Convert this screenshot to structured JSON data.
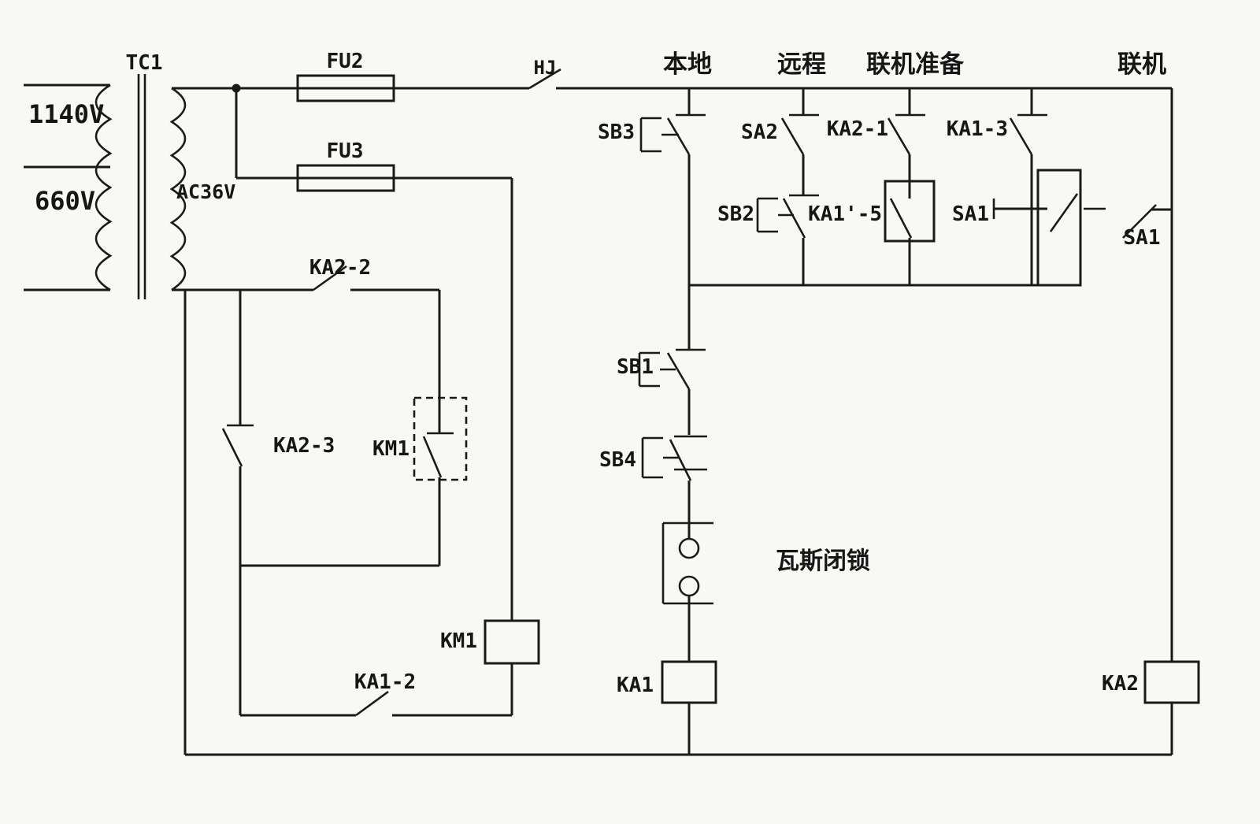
{
  "diagram": {
    "type": "electrical control schematic",
    "transformer": {
      "id": "TC1",
      "primary_tap_high": "1140V",
      "primary_tap_low": "660V",
      "secondary": "AC36V"
    },
    "fuses": {
      "fu2": "FU2",
      "fu3": "FU3"
    },
    "columns": {
      "local": "本地",
      "remote": "远程",
      "online_ready": "联机准备",
      "online": "联机"
    },
    "contacts": {
      "hj": "HJ",
      "sb3": "SB3",
      "sa2": "SA2",
      "ka2_1": "KA2-1",
      "ka1_3": "KA1-3",
      "sb2": "SB2",
      "ka1_5": "KA1'-5",
      "sa1_left": "SA1",
      "sa1_right": "SA1",
      "ka2_2": "KA2-2",
      "ka2_3": "KA2-3",
      "km1_aux": "KM1",
      "ka1_2": "KA1-2",
      "sb1": "SB1",
      "sb4": "SB4"
    },
    "coils": {
      "km1": "KM1",
      "ka1": "KA1",
      "ka2": "KA2"
    },
    "annotations": {
      "gas_lockout": "瓦斯闭锁"
    }
  }
}
